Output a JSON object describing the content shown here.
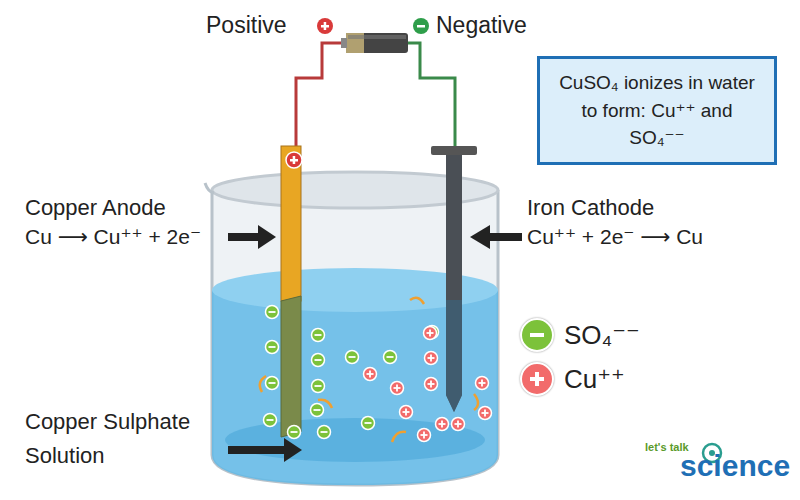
{
  "diagram": {
    "nodes": [
      {
        "text": [
          "CuSO₄ ionizes in water to form: Cu⁺⁺ and SO₄⁻⁻"
        ]
      }
    ],
    "labels": [
      "Positive",
      "Negative",
      "Copper Anode",
      "Cu ⟶ Cu⁺⁺ + 2e⁻",
      "Iron Cathode",
      "Cu⁺⁺ + 2e⁻ ⟶ Cu",
      "Copper Sulphate Solution",
      "let's talk",
      "science"
    ],
    "legend": [
      {
        "text": "SO₄⁻⁻",
        "color": "#7cc23a"
      },
      {
        "text": "Cu⁺⁺",
        "color": "#f26b6b"
      }
    ]
  }
}
